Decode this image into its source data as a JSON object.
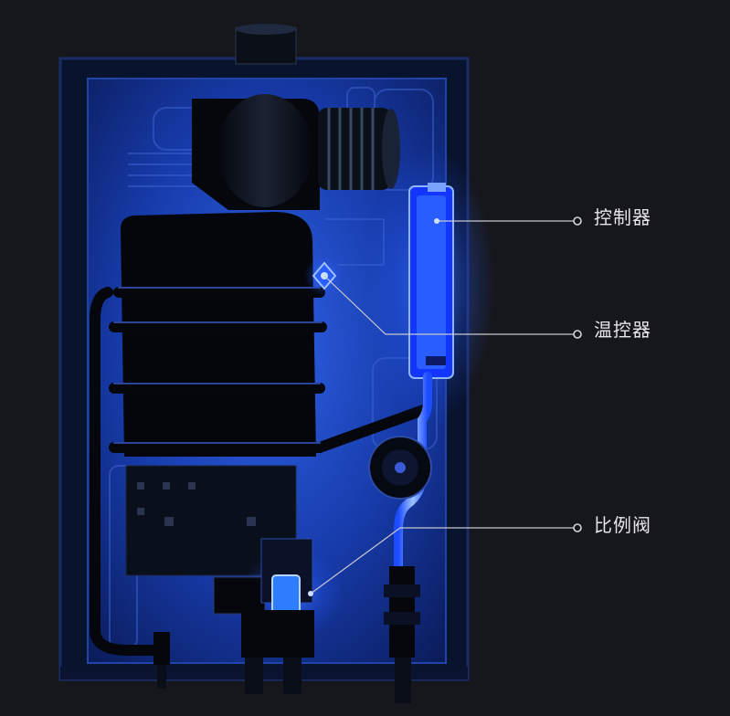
{
  "callouts": {
    "controller": "控制器",
    "thermostat": "温控器",
    "proportional_valve": "比例阀"
  },
  "colors": {
    "background": "#16171c",
    "casing": "#0c1e5c",
    "glow": "#2a6bff",
    "leader_line": "#c8c8d0",
    "label_text": "#e6e6ea"
  }
}
